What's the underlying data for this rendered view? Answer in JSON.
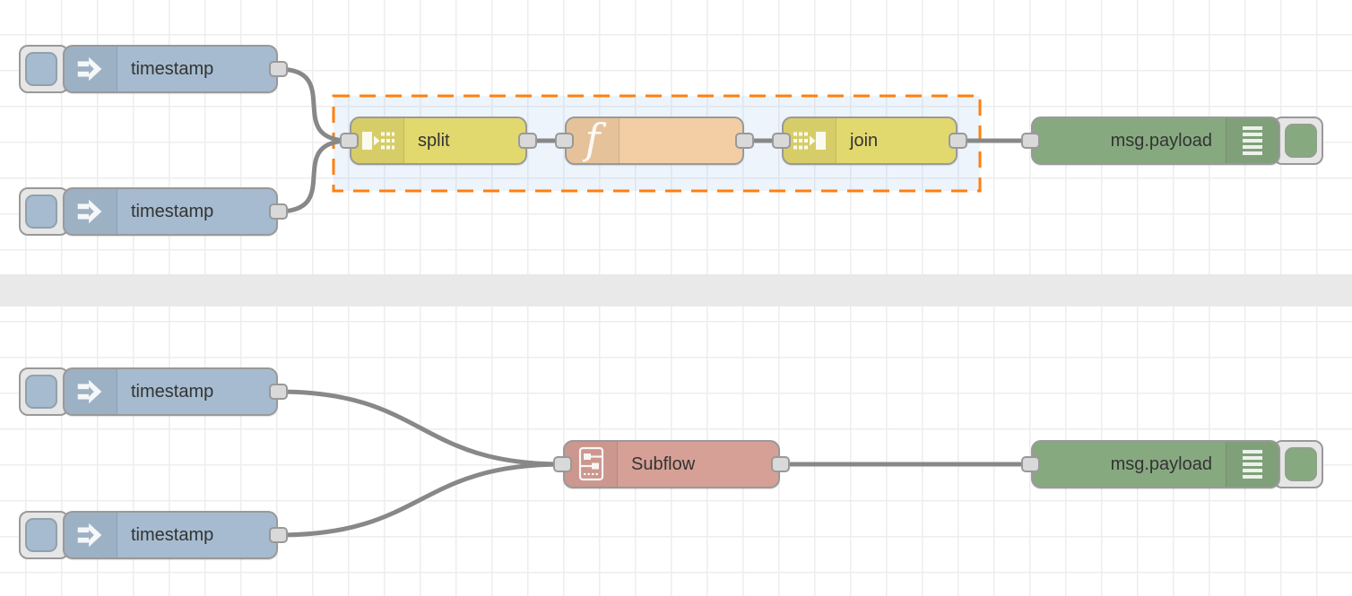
{
  "app": {
    "name": "Node-RED flow editor canvas"
  },
  "canvas": {
    "background": "#ffffff",
    "grid_color": "#ededed",
    "divider_color": "#e9e9e9",
    "wire_color": "#888888"
  },
  "selection": {
    "border_color": "#ff7f0e",
    "fill_color": "rgba(141,186,239,0.16)"
  },
  "palette": {
    "inject": "#a6bbcf",
    "split_join": "#e2d96e",
    "function": "#f3cda4",
    "debug": "#87a980",
    "subflow": "#d6a096",
    "port": "#d9d9d9",
    "node_border": "#999999",
    "label_color": "#333333"
  },
  "nodes": {
    "inject1": {
      "type": "inject",
      "label": "timestamp"
    },
    "inject2": {
      "type": "inject",
      "label": "timestamp"
    },
    "split": {
      "type": "split",
      "label": "split"
    },
    "function": {
      "type": "function",
      "label": "",
      "icon_glyph": "f"
    },
    "join": {
      "type": "join",
      "label": "join"
    },
    "debug1": {
      "type": "debug",
      "label": "msg.payload"
    },
    "inject3": {
      "type": "inject",
      "label": "timestamp"
    },
    "inject4": {
      "type": "inject",
      "label": "timestamp"
    },
    "subflow": {
      "type": "subflow",
      "label": "Subflow"
    },
    "debug2": {
      "type": "debug",
      "label": "msg.payload"
    }
  }
}
